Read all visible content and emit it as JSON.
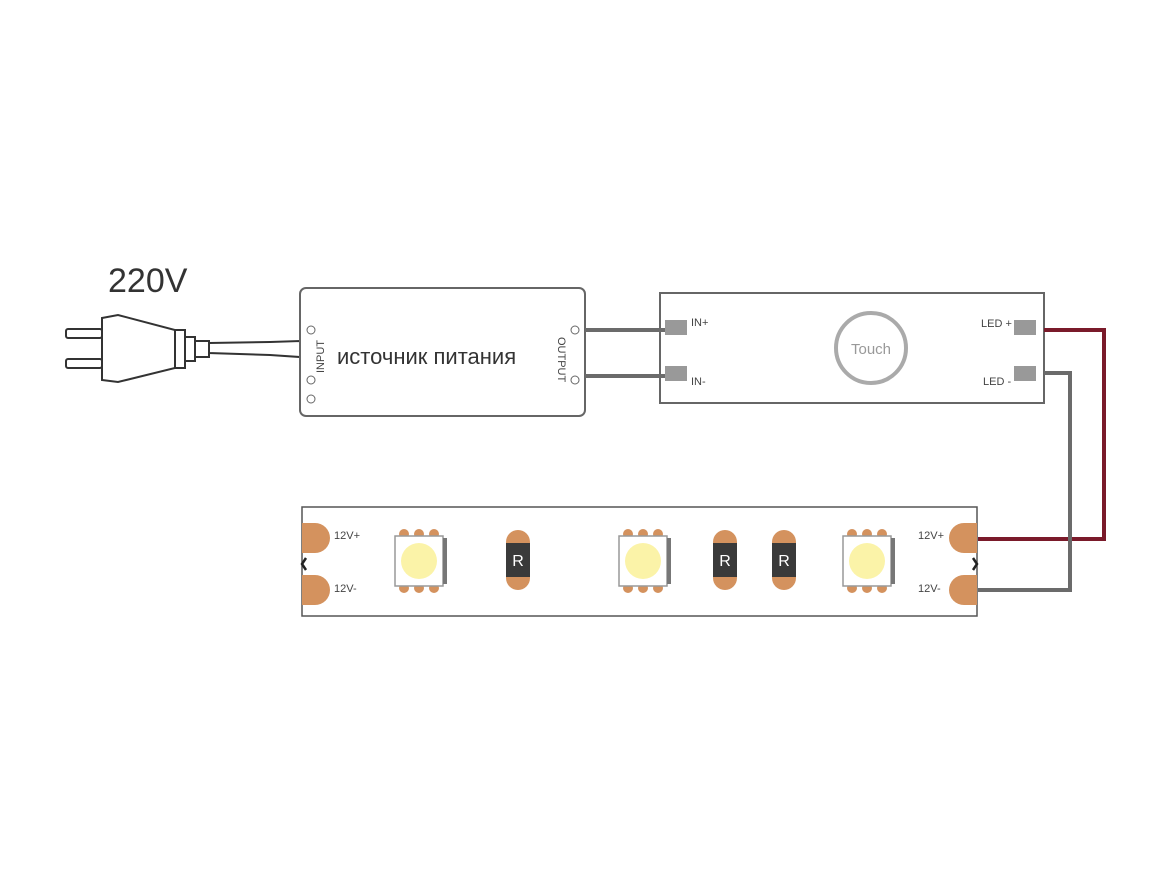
{
  "voltage_label": "220V",
  "psu": {
    "title": "источник питания",
    "input_label": "INPUT",
    "output_label": "OUTPUT"
  },
  "controller": {
    "in_plus": "IN+",
    "in_minus": "IN-",
    "led_plus": "LED +",
    "led_minus": "LED -",
    "touch_label": "Touch"
  },
  "strip": {
    "left_plus": "12V+",
    "left_minus": "12V-",
    "right_plus": "12V+",
    "right_minus": "12V-",
    "resistor_label": "R"
  },
  "colors": {
    "positive_wire": "#7a1a2a",
    "negative_wire": "#6b6b6b",
    "pad": "#d4925e",
    "led": "#fbf3a8",
    "outline": "#555555"
  }
}
